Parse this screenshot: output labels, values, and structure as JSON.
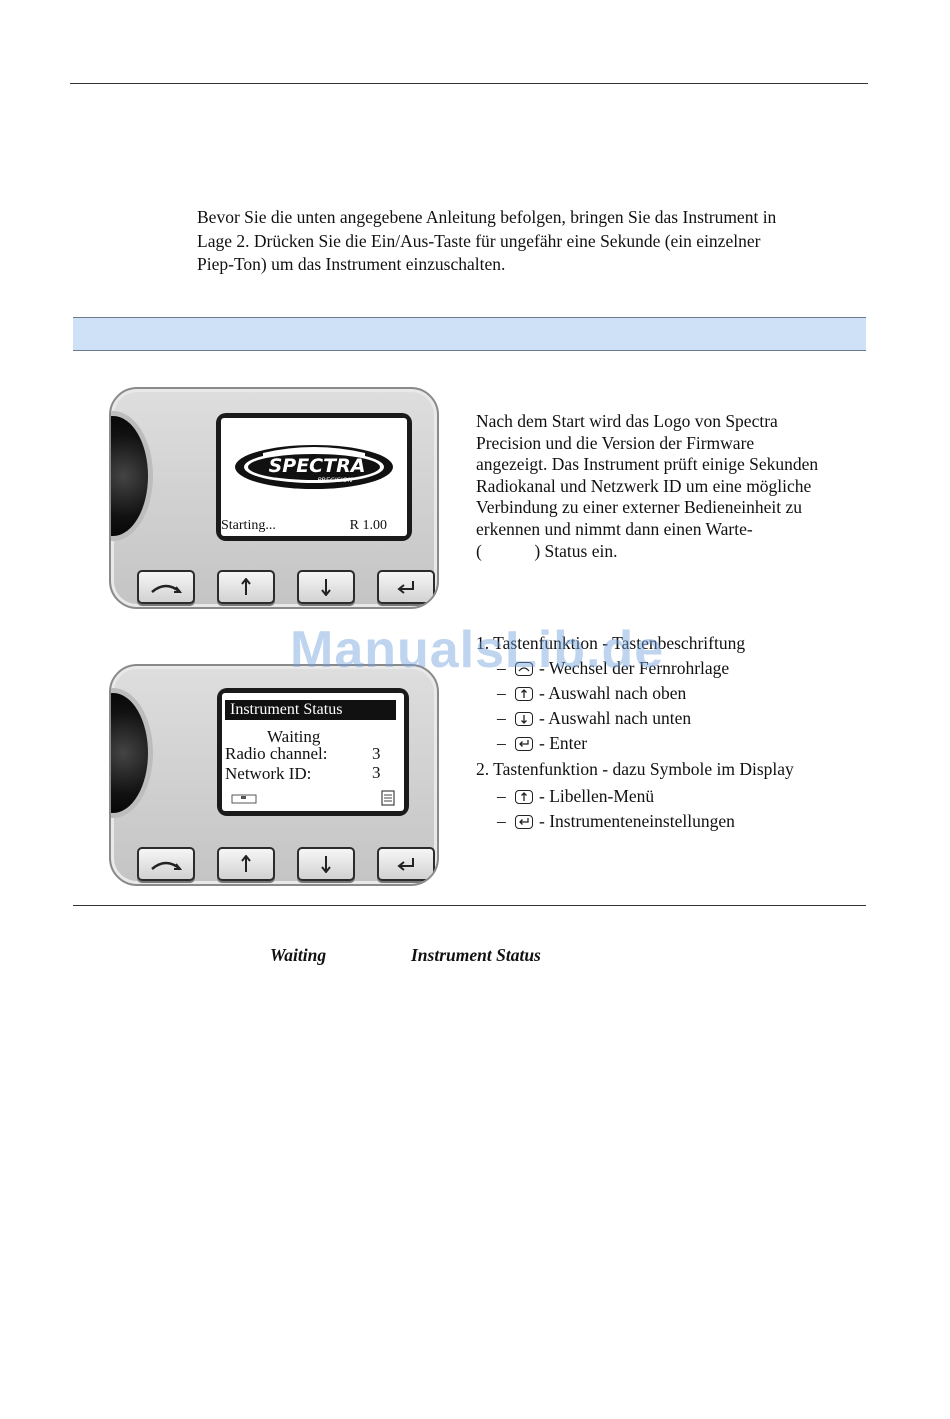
{
  "intro": {
    "lines": [
      "Bevor Sie die unten angegebene Anleitung befolgen, bringen Sie das Instrument in",
      "Lage 2. Drücken Sie die Ein/Aus-Taste für ungefähr eine Sekunde (ein einzelner",
      "Piep-Ton) um das Instrument einzuschalten."
    ]
  },
  "screen1": {
    "logo_text": "SPECTRA",
    "logo_sub": "PRECISION",
    "status": "Starting...",
    "version": "R 1.00"
  },
  "screen2": {
    "title": "Instrument Status",
    "state": "Waiting",
    "radio_label": "Radio channel:",
    "radio_value": "3",
    "network_label": "Network ID:",
    "network_value": "3"
  },
  "description": {
    "lines": [
      "Nach dem Start wird das Logo von Spectra",
      "Precision und die Version der Firmware",
      "angezeigt. Das Instrument prüft einige Sekunden",
      "Radiokanal und Netzwerk ID um eine mögliche",
      "Verbindung zu einer externer Bedieneinheit zu",
      "erkennen und nimmt dann einen Warte-",
      "(            ) Status ein."
    ]
  },
  "keys_list": {
    "item1": "1. Tastenfunktion - Tastenbeschriftung",
    "sub1": [
      "- Wechsel der Fernrohrlage",
      "- Auswahl nach oben",
      "- Auswahl nach unten",
      "- Enter"
    ],
    "item2": "2. Tastenfunktion - dazu Symbole im Display",
    "sub2": [
      "- Libellen-Menü",
      "- Instrumenteneinstellungen"
    ],
    "dash": "–"
  },
  "caption": {
    "waiting": "Waiting",
    "instrument_status": "Instrument Status"
  },
  "watermark": "ManualsLib.de",
  "colors": {
    "band": "#cfe1f6",
    "watermark": "#6ea0dc"
  }
}
